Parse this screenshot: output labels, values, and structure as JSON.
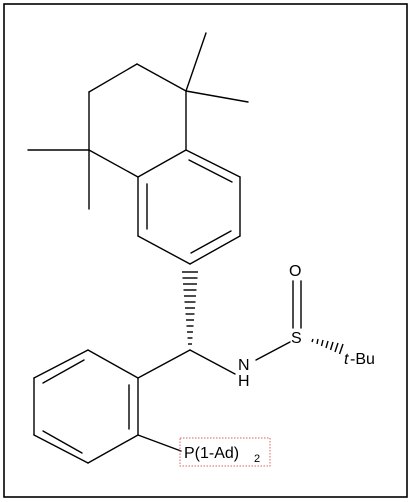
{
  "figure": {
    "type": "chemical-structure",
    "labels": {
      "oxygen": "O",
      "sulfur": "S",
      "tbu_italic": "t",
      "tbu_rest": "-Bu",
      "nitrogen": "N",
      "hydrogen": "H",
      "phosphine": "P(1-Ad)",
      "phosphine_sub": "2"
    },
    "colors": {
      "bond": "#000000",
      "frame": "#000000",
      "highlight_box": "#e06060"
    }
  }
}
